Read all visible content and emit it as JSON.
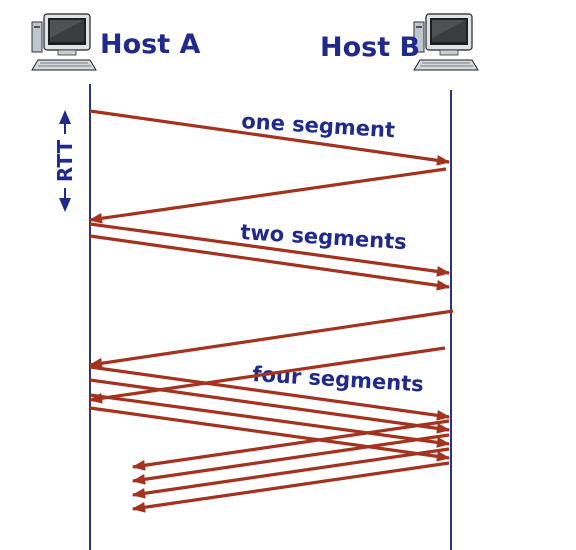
{
  "hosts": {
    "a": {
      "label": "Host A"
    },
    "b": {
      "label": "Host B"
    }
  },
  "rtt_label": "RTT",
  "segments": [
    {
      "label": "one segment",
      "count": 1
    },
    {
      "label": "two segments",
      "count": 2
    },
    {
      "label": "four segments",
      "count": 4
    }
  ],
  "colors": {
    "arrow": "#a3321f",
    "text": "#1f2a8c",
    "timeline": "#2a3480"
  },
  "icons": [
    "computer-icon-host-a",
    "computer-icon-host-b"
  ]
}
